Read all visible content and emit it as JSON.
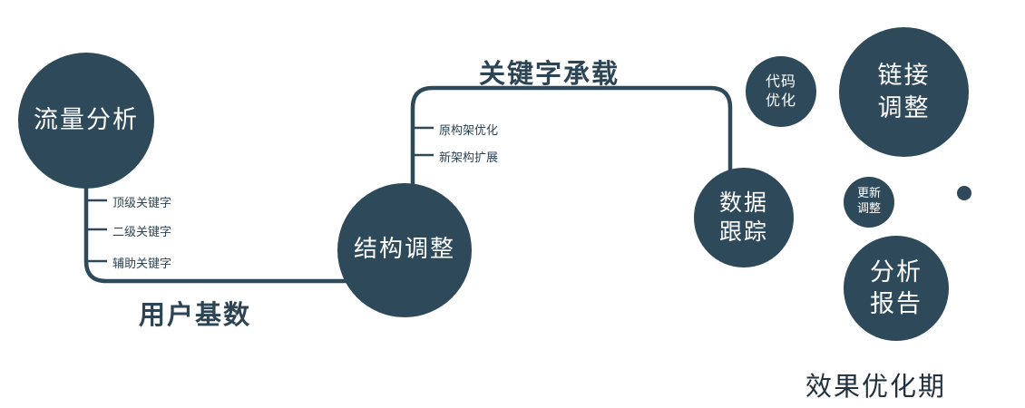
{
  "diagram": {
    "colors": {
      "node_fill": "#2e4a5a",
      "node_text": "#ffffff",
      "line": "#2e4a5a",
      "label_text": "#2c4454"
    },
    "nodes": {
      "traffic": {
        "label": "流量分析"
      },
      "structure": {
        "label": "结构调整"
      },
      "tracking": {
        "line1": "数据",
        "line2": "跟踪"
      },
      "code": {
        "line1": "代码",
        "line2": "优化"
      },
      "link": {
        "line1": "链接",
        "line2": "调整"
      },
      "update": {
        "line1": "更新",
        "line2": "调整"
      },
      "report": {
        "line1": "分析",
        "line2": "报告"
      }
    },
    "edges": {
      "traffic_to_structure": {
        "label": "用户基数",
        "ticks": [
          "顶级关键字",
          "二级关键字",
          "辅助关键字"
        ]
      },
      "structure_to_tracking": {
        "label": "关键字承载",
        "ticks": [
          "原构架优化",
          "新架构扩展"
        ]
      }
    },
    "caption": "效果优化期"
  }
}
